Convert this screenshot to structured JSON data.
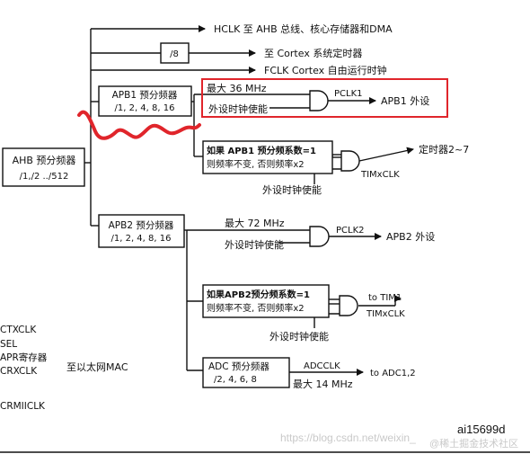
{
  "diagram": {
    "top_outputs": {
      "hclk": "HCLK 至 AHB 总线、核心存储器和DMA",
      "div8_box": "/8",
      "cortex_timer": "至 Cortex 系统定时器",
      "fclk": "FCLK Cortex 自由运行时钟"
    },
    "ahb_prescaler": {
      "line1": "AHB 预分频器",
      "line2": "/1,/2 ../512"
    },
    "apb1_prescaler": {
      "line1": "APB1 预分频器",
      "line2": "/1, 2, 4, 8, 16"
    },
    "apb1_branch": {
      "max_label": "最大 36 MHz",
      "enable_label": "外设时钟使能",
      "pclk_label": "PCLK1",
      "dest_label": "APB1 外设"
    },
    "apb1_timer_branch": {
      "cond_line1": "如果 APB1 预分频系数=1",
      "cond_line2": "则频率不变, 否则频率x2",
      "out_label": "TIMxCLK",
      "dest_label": "定时器2~7",
      "enable_label": "外设时钟使能"
    },
    "apb2_prescaler": {
      "line1": "APB2 预分频器",
      "line2": "/1, 2, 4, 8, 16"
    },
    "apb2_branch": {
      "max_label": "最大 72 MHz",
      "enable_label": "外设时钟使能",
      "pclk_label": "PCLK2",
      "dest_label": "APB2 外设"
    },
    "apb2_timer_branch": {
      "cond_line1": "如果APB2预分频系数=1",
      "cond_line2": "则频率不变, 否则频率x2",
      "out_top_label": "to TIM1",
      "out_label": "TIMxCLK",
      "enable_label": "外设时钟使能"
    },
    "adc_branch": {
      "box_line1": "ADC 预分频器",
      "box_line2": "/2, 4, 6, 8",
      "adcclk_label": "ADCCLK",
      "dest_label": "to ADC1,2",
      "max_label": "最大 14 MHz"
    },
    "left_cut_labels": [
      "CTXCLK",
      "SEL",
      "APR寄存器",
      "CRXCLK",
      "CRMIICLK"
    ],
    "ethernet_label": "至以太网MAC",
    "figure_id": "ai15699d",
    "watermark_url": "https://blog.csdn.net/weixin_",
    "watermark_brand": "@稀土掘金技术社区",
    "annotation_colors": {
      "highlight": "#e0252b",
      "wires": "#111111"
    }
  }
}
